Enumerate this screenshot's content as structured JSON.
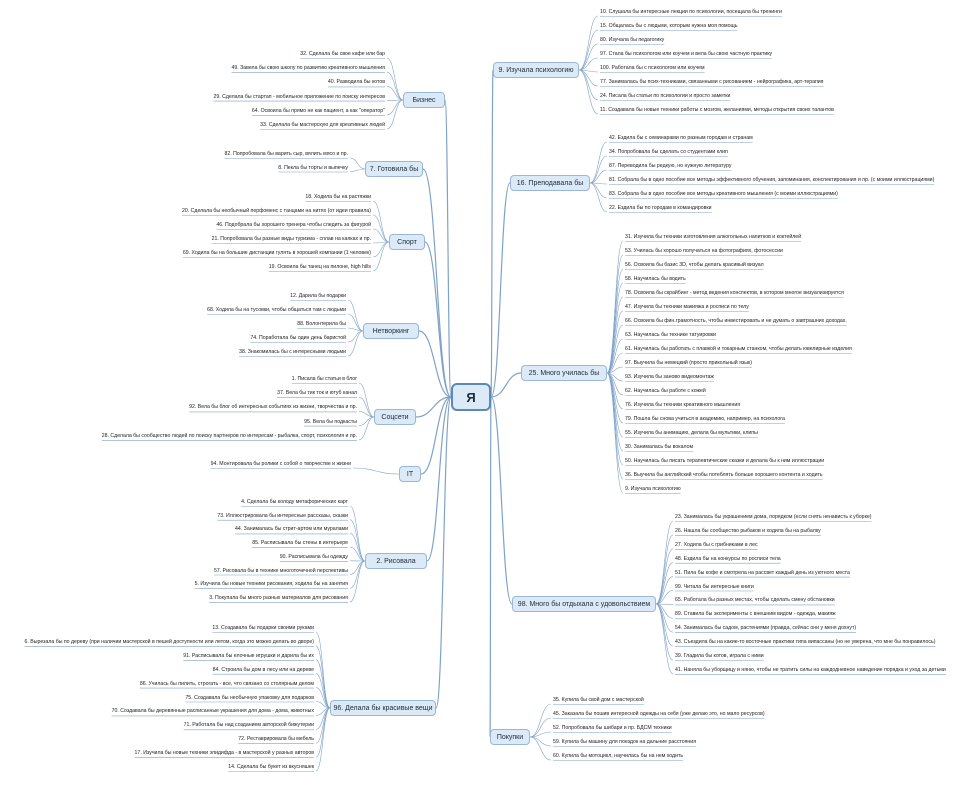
{
  "root": {
    "label": "Я"
  },
  "branches": [
    {
      "id": "biz",
      "label": "Бизнес",
      "items": [
        "32. Сделала бы свое кафе или бар",
        "49. Завела бы свою школу по развитию креативного мышления",
        "40. Разводила бы котов",
        "29. Сделала бы стартап - мобильное приложение по поиску  интересов",
        "64. Освоила бы прямо не как пациент, а как \"оператор\"",
        "33. Сделала бы мастерскую для креативных людей"
      ]
    },
    {
      "id": "cook",
      "label": "7. Готовила бы",
      "items": [
        "82. Попробовала бы варить сыр, вялить мясо и пр.",
        "8. Пекла бы торты и выпечку"
      ]
    },
    {
      "id": "sport",
      "label": "Спорт",
      "items": [
        "18. Ходила бы на растяжки",
        "20. Сделала бы необычный перфоменс с танцами на нитях (от идеи  правила)",
        "46. Подобрала бы хорошего тренера чтобы следить за фигурой",
        "21. Попробовала бы разные виды туризма - сплав на каяках и пр.",
        "69. Ходила бы на большие дистанции гулять в хорошей компании (1  человек)",
        "19. Освоила бы танец на пилоне, high hills"
      ]
    },
    {
      "id": "net",
      "label": "Нетворкинг",
      "items": [
        "12. Дарила бы подарки",
        "68. Ходила бы на тусовки, чтобы общаться там с людьми",
        "88. Волонтерила бы",
        "74. Поработала бы один день баристой",
        "38. Знакомилась бы с интересными людьми"
      ]
    },
    {
      "id": "soc",
      "label": "Соцсети",
      "items": [
        "1. Писала  бы статьи в блог",
        "37. Вела бы тик ток и ютуб канал",
        "92. Вела бы блог об интересных событиях из жизни, творчества и пр.",
        "95. Вела бы подкасты",
        "28. Сделала бы сообщество людей по поиску партнеров по интересам - рыбалка, спорт, психология и пр."
      ]
    },
    {
      "id": "it",
      "label": "IT",
      "items": [
        "94. Монтировала бы ролики с собой о творчестве и жизни"
      ]
    },
    {
      "id": "draw",
      "label": "2. Рисовала",
      "items": [
        "4. Сделала бы колоду метафорических карт",
        "73. Иллюстрировала бы интересные рассказы, сказки",
        "44. Занималась бы стрит-артом  или муралами",
        "85. Расписывала бы стены в интерьере",
        "90. Расписывала бы одежду",
        "57. Рисовала бы в технике многоточечной перспективы",
        "5. Изучила бы новые техники рисования, ходила бы на занятия",
        "3. Покупала бы много разных материалов  для рисования"
      ]
    },
    {
      "id": "craft",
      "label": "96. Делала бы красивые вещи",
      "items": [
        "13. Создавала бы подарки своими руками",
        "6. Вырезала бы по дереву (при наличии мастерской в пешей доступности или летом, когда это можно делать во дворе)",
        "91. Расписывала бы елочные игрушки и дарила бы их",
        "84. Строила бы дом в лесу или на дереве",
        "86. Училась бы пилить, строгать - все, что связано со столярным делом",
        "75. Создавала бы необычную упаковку для подарков",
        "70. Создавала бы деревянные расписанные украшения для дома - дома, животных",
        "71. Работала бы над созданием авторской бижутерии",
        "72. Реставрировала бы мебель",
        "17. Изучила бы новые техники эпидифда -  в мастерской у разных авторов",
        "14. Сделала бы букет из вкусняшек"
      ]
    },
    {
      "id": "psy",
      "label": "9. Изучала психологию",
      "items": [
        "10. Слушала бы интересные лекции по психологии, посещала бы тренинги",
        "15. Общалась бы с людьми, которым нужна моя помощь",
        "80. Изучала бы педагогику",
        "97. Стала бы психологом или коучем и вела бы свою частную практику",
        "100. Работала бы с психологом или коучем",
        "77. Занималась бы псих-техниками, связанными с рисованием - нейрографика, арт-терапия",
        "24. Писала бы статьи по психологии и просто заметки",
        "11. Создавала бы новые техники работы с мозгом, желаниями, методы  открытия своих талантов"
      ]
    },
    {
      "id": "teach",
      "label": "16. Преподавала бы",
      "items": [
        "42. Ездила бы с семинарами по разным городам и странам",
        "34. Попробовала бы сделать со студентами клип",
        "87. Переводила бы редкую, но нужную литературу",
        "81. Собрала бы в одно пособие все методы эффективного обучения, запоминания, конспектирования и пр. (с моими иллюстрациями)",
        "83. Собрала бы в одно пособие все методы креативного мышления (с моими иллюстрациями)",
        "22. Ездила бы по городам в командировки"
      ]
    },
    {
      "id": "learn",
      "label": "25. Много училась бы",
      "items": [
        "31. Изучила бы техники изготовления алкогольных напитков и коктейлей",
        "53. Училась бы хорошо получаться на фотографиях, фотосессии",
        "56. Освоила бы базис 3D, чтобы делать красивый визуал",
        "58. Научилась бы водить",
        "78. Освоила бы скрайбинг - метод ведения конспектов, в котором многое визуализируется",
        "47. Изучила бы техники макияжа и росписи по телу",
        "66. Освоила бы фин.грамотность, чтобы инвестировать и не думать о завтрашних доходах.",
        "63. Научилась бы технике татуировки",
        "61. Научилась бы работать с плавкой и токарным станком, чтобы делать ювелирные изделия",
        "97. Выучила бы немецкий (просто прикольный язык)",
        "93. Изучила бы заново видеомонтаж",
        "62. Научилась бы работе с кожей",
        "76. Изучила бы техники креативного мышления",
        "79. Пошла бы снова учиться в академию, например, на психолога",
        "55. Изучила бы анимацию, делала бы мультики, клипы",
        "30. Занималась бы вокалом",
        "50. Научилась бы писать терапевтические сказки и делала бы к ним иллюстрации",
        "36. Выучила бы английский чтобы потеблять больше хорошего контента и ходить",
        "9. Изучала психологию"
      ]
    },
    {
      "id": "rest",
      "label": "98. Много бы отдыхала с удовольствием",
      "items": [
        "23. Занималась бы украшением дома, порядком (если снять ненависть к уборке)",
        "26. Нашла бы сообщество рыбаков и ходила бы на рыбалку",
        "27. Ходила бы с грибниками в лес",
        "48. Ездила бы на конкурсы по росписи тела",
        "51. Пила бы кофе и смотрела на рассвет каждый день из уютного места",
        "99. Читала бы интересные книги",
        "65. Работала бы разных местах, чтобы сделать смену обстановки",
        "89. Ставила бы эксперименты с внешним видом - одежда, макияж",
        "54. Занималась бы садом, растениями (правда, сейчас они у меня дохнут)",
        "43. Съездила бы на какие-то восточные практики типа випассаны (но не уверена, что мне бы понравилось)",
        "39. Гладила бы котов, играла с ними",
        "41. Наняла бы уборщицу и няню, чтобы не тратить силы на каждодневное наведение порядка и уход за детьми"
      ]
    },
    {
      "id": "buy",
      "label": "Покупки",
      "items": [
        "35. Купила бы свой дом с мастерской",
        "45. Заказала бы пошив интересной одежды на себя (уже делаю это, но мало ресурсов)",
        "52. Попробовала бы шибари и пр. БДСМ техники",
        "59. Купила бы машину для поездок на дальние  расстояния",
        "60. Купила бы мотоцикл, научилась бы на нем ходить"
      ]
    }
  ],
  "colors": {
    "line": "#7fa2c8",
    "node_fill": "#dce9f7",
    "node_border": "#9ab8d6",
    "root_border": "#5c88b8"
  }
}
